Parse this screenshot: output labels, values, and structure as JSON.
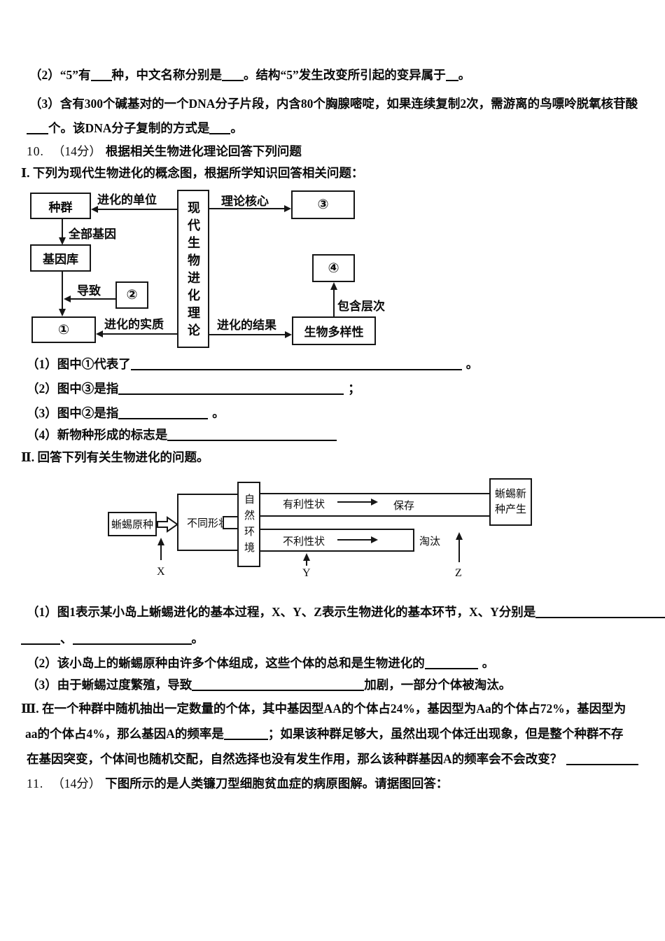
{
  "q9": {
    "l2p0": "（2）“5”有",
    "l2p1": "种，中文名称分别是",
    "l2p2": "。结构“5”发生改变所引起的变异属于",
    "l2p3": "。",
    "l3": "（3）含有300个碱基对的一个DNA分子片段，内含80个胸腺嘧啶，如果连续复制2次，需游离的鸟嘌呤脱氧核苷酸",
    "l4p0": "个。该DNA分子复制的方式是",
    "l4p1": "。"
  },
  "q10": {
    "num": "10.",
    "score": "（14分）",
    "title": "根据相关生物进化理论回答下列问题",
    "part1_intro": "Ⅰ. 下列为现代生物进化的概念图，根据所学知识回答相关问题：",
    "i1p0": "（1）图中①代表了",
    "i1end": "。",
    "i2p0": "（2）图中③是指",
    "i2end": "；",
    "i3p0": "（3）图中②是指",
    "i3end": "。",
    "i4p0": "（4）新物种形成的标志是",
    "part2_intro": "Ⅱ. 回答下列有关生物进化的问题。",
    "ii1p0": "（1）图1表示某小岛上蜥蜴进化的基本过程，X、Y、Z表示生物进化的基本环节，X、Y分别是",
    "ii1sep": "、",
    "ii1end": "。",
    "ii2p0": "（2）该小岛上的蜥蜴原种由许多个体组成，这些个体的总和是生物进化的",
    "ii2end": "。",
    "ii3p0": "（3）由于蜥蜴过度繁殖，导致",
    "ii3p1": "加剧，一部分个体被淘汰。",
    "iii_l1": "Ⅲ. 在一个种群中随机抽出一定数量的个体，其中基因型AA的个体占24%，基因型为Aa的个体占72%，基因型为",
    "iii_l2p0": "aa的个体占4%，那么基因A的频率是",
    "iii_l2p1": "；如果该种群足够大，虽然出现个体迁出现象，但是整个种群不存",
    "iii_l3p0": "在基因突变，个体间也随机交配，自然选择也没有发生作用，那么该种群基因A的频率会不会改变？"
  },
  "q11": {
    "num": "11.",
    "score": "（14分）",
    "title": "下图所示的是人类镰刀型细胞贫血症的病原图解。请据图回答："
  },
  "diagram1": {
    "center_vertical": "现代生物进化理论",
    "population": "种群",
    "gene_pool": "基因库",
    "circle1": "①",
    "circle2": "②",
    "circle3": "③",
    "circle4": "④",
    "biodiversity": "生物多样性",
    "evolution_unit": "进化的单位",
    "theory_core": "理论核心",
    "all_genes": "全部基因",
    "causes": "导致",
    "evolution_essence": "进化的实质",
    "evolution_result": "进化的结果",
    "contain_levels": "包含层次"
  },
  "diagram2": {
    "lizard_origin": "蜥蜴原种",
    "different_shapes": "不同形状",
    "natural_env_vertical": "自然环境",
    "favorable_trait": "有利性状",
    "preserved": "保存",
    "unfavorable_trait": "不利性状",
    "eliminated": "淘汰",
    "new_species_line1": "蜥蜴新",
    "new_species_line2": "种产生",
    "x": "X",
    "y": "Y",
    "z": "Z"
  }
}
